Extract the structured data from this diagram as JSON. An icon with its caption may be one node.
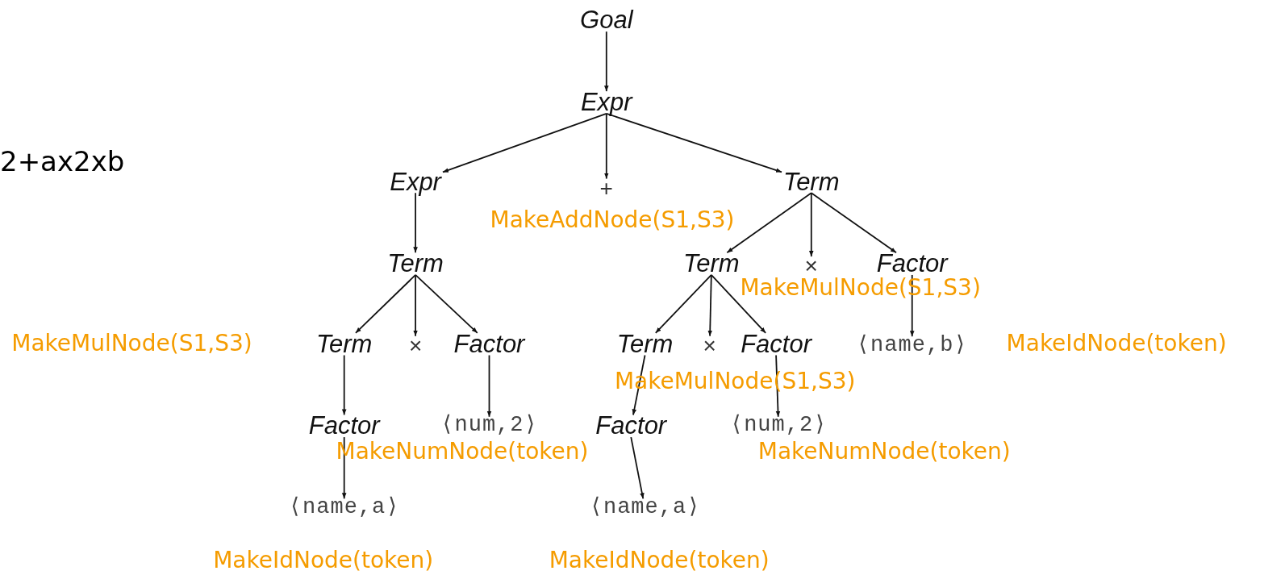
{
  "diagram": {
    "nodes": [
      {
        "text": [
          "Goal"
        ]
      },
      {
        "text": [
          "Expr"
        ]
      },
      {
        "text": [
          "Expr"
        ]
      },
      {
        "text": [
          "+"
        ]
      },
      {
        "text": [
          "Term"
        ]
      },
      {
        "text": [
          "Term"
        ]
      },
      {
        "text": [
          "Term"
        ]
      },
      {
        "text": [
          "×"
        ]
      },
      {
        "text": [
          "Factor"
        ]
      },
      {
        "text": [
          "Term"
        ]
      },
      {
        "text": [
          "×"
        ]
      },
      {
        "text": [
          "Factor"
        ]
      },
      {
        "text": [
          "Term"
        ]
      },
      {
        "text": [
          "×"
        ]
      },
      {
        "text": [
          "Factor"
        ]
      },
      {
        "text": [
          "⟨name,b⟩"
        ]
      },
      {
        "text": [
          "Factor"
        ]
      },
      {
        "text": [
          "⟨num,2⟩"
        ]
      },
      {
        "text": [
          "Factor"
        ]
      },
      {
        "text": [
          "⟨num,2⟩"
        ]
      },
      {
        "text": [
          "⟨name,a⟩"
        ]
      },
      {
        "text": [
          "⟨name,a⟩"
        ]
      }
    ],
    "edges": [
      {
        "from": 0,
        "to": 1,
        "arrow": "to"
      },
      {
        "from": 1,
        "to": 2,
        "arrow": "to"
      },
      {
        "from": 1,
        "to": 3,
        "arrow": "to"
      },
      {
        "from": 1,
        "to": 4,
        "arrow": "to"
      },
      {
        "from": 2,
        "to": 5,
        "arrow": "to"
      },
      {
        "from": 4,
        "to": 6,
        "arrow": "to"
      },
      {
        "from": 4,
        "to": 7,
        "arrow": "to"
      },
      {
        "from": 4,
        "to": 8,
        "arrow": "to"
      },
      {
        "from": 5,
        "to": 9,
        "arrow": "to"
      },
      {
        "from": 5,
        "to": 10,
        "arrow": "to"
      },
      {
        "from": 5,
        "to": 11,
        "arrow": "to"
      },
      {
        "from": 6,
        "to": 12,
        "arrow": "to"
      },
      {
        "from": 6,
        "to": 13,
        "arrow": "to"
      },
      {
        "from": 6,
        "to": 14,
        "arrow": "to"
      },
      {
        "from": 8,
        "to": 15,
        "arrow": "to"
      },
      {
        "from": 9,
        "to": 16,
        "arrow": "to"
      },
      {
        "from": 11,
        "to": 17,
        "arrow": "to"
      },
      {
        "from": 12,
        "to": 18,
        "arrow": "to"
      },
      {
        "from": 14,
        "to": 19,
        "arrow": "to"
      },
      {
        "from": 16,
        "to": 20,
        "arrow": "to"
      },
      {
        "from": 18,
        "to": 21,
        "arrow": "to"
      }
    ],
    "labels": [
      "2+ax2xb",
      "MakeAddNode(S1,S3)",
      "MakeMulNode(S1,S3)",
      "MakeMulNode(S1,S3)",
      "MakeIdNode(token)",
      "MakeMulNode(S1,S3)",
      "MakeNumNode(token)",
      "MakeNumNode(token)",
      "MakeIdNode(token)",
      "MakeIdNode(token)"
    ]
  }
}
